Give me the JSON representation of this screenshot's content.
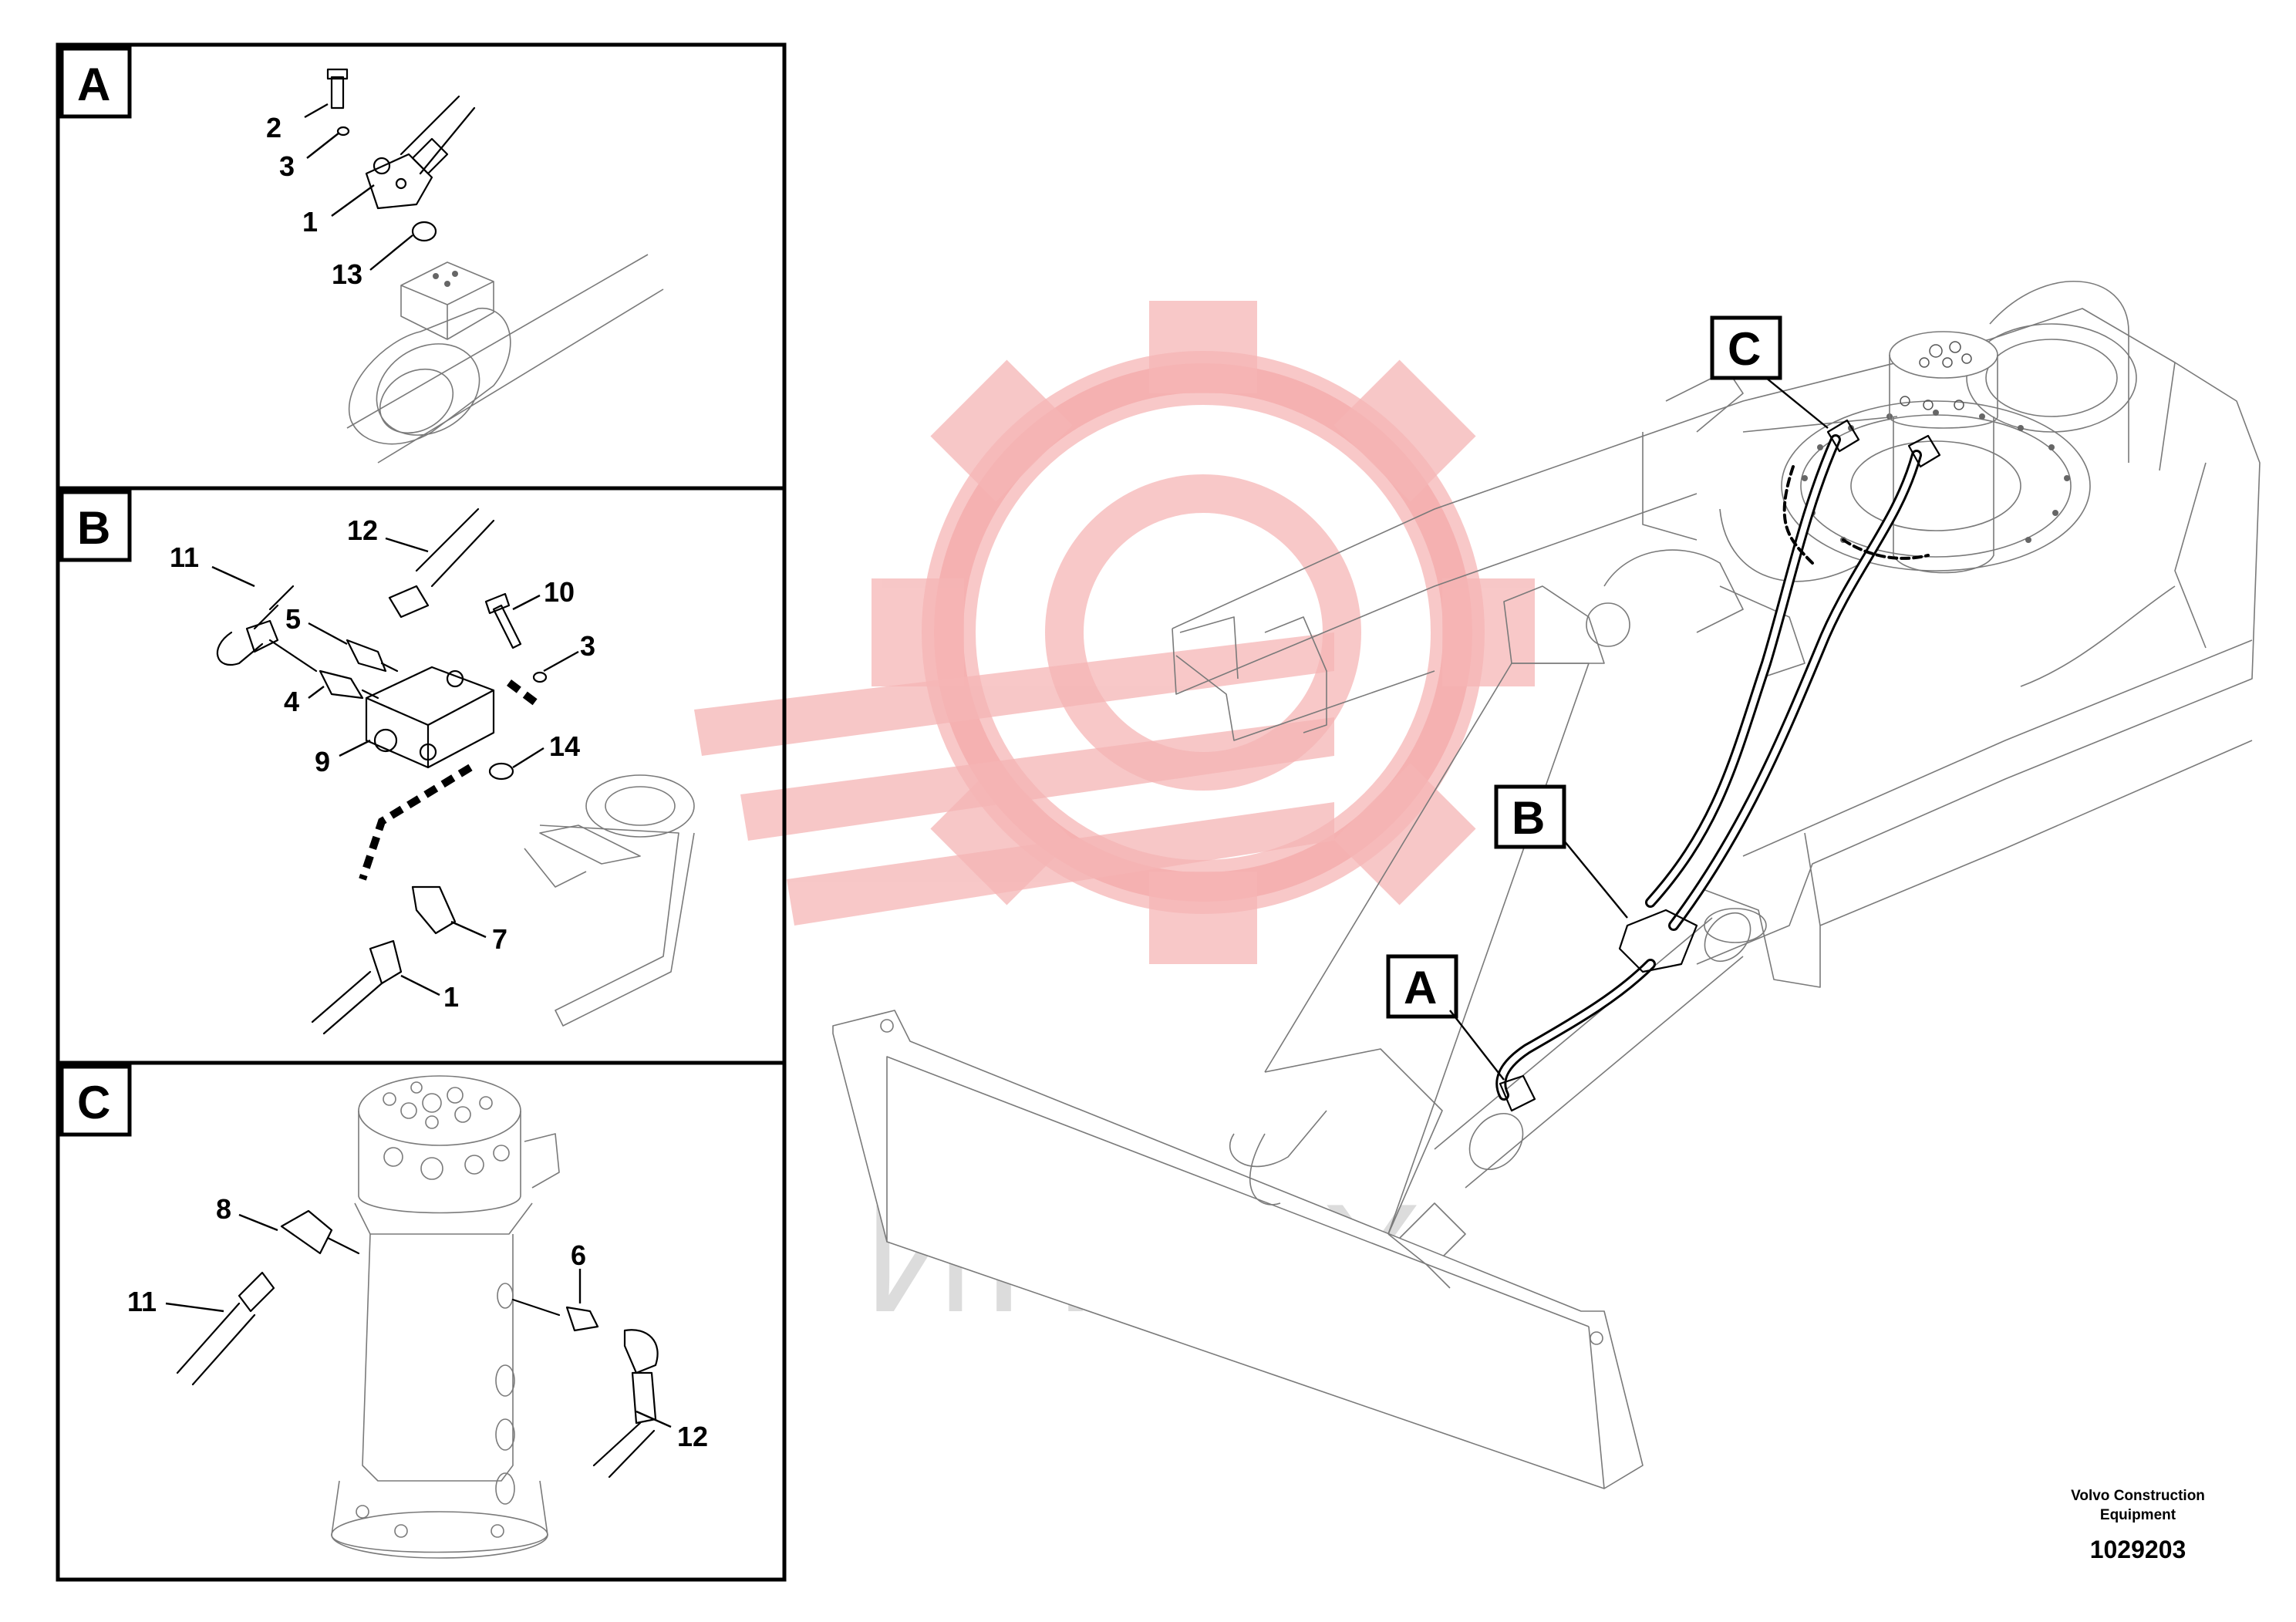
{
  "watermark": {
    "text": "ИНТЕХ",
    "color": "#f2a5a5",
    "text_color": "#d9d9d9"
  },
  "detail_views": [
    {
      "id": "A",
      "label": "A",
      "callouts": [
        "2",
        "3",
        "1",
        "13"
      ]
    },
    {
      "id": "B",
      "label": "B",
      "callouts": [
        "12",
        "11",
        "5",
        "10",
        "3",
        "4",
        "9",
        "14",
        "7",
        "1"
      ]
    },
    {
      "id": "C",
      "label": "C",
      "callouts": [
        "8",
        "11",
        "6",
        "12"
      ]
    }
  ],
  "main_view": {
    "location_labels": [
      "C",
      "B",
      "A"
    ]
  },
  "footer": {
    "company_line1": "Volvo Construction",
    "company_line2": "Equipment",
    "drawing_number": "1029203"
  }
}
